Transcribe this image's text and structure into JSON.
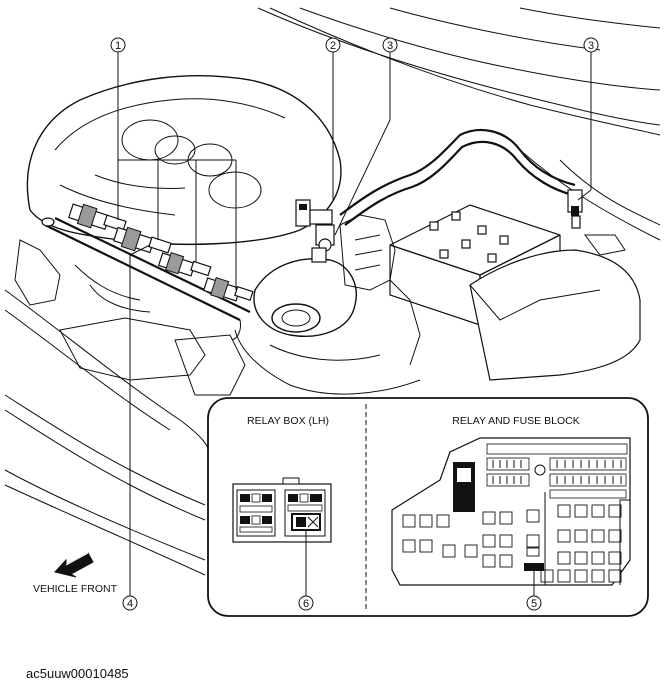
{
  "callouts": {
    "c1": "1",
    "c2": "2",
    "c3a": "3",
    "c3b": "3",
    "c4": "4",
    "c5": "5",
    "c6": "6"
  },
  "panels": {
    "relay_box_title": "RELAY BOX (LH)",
    "relay_fuse_block_title": "RELAY AND FUSE BLOCK"
  },
  "labels": {
    "vehicle_front": "VEHICLE FRONT",
    "figure_id": "ac5uuw00010485"
  },
  "icons": {
    "direction_arrow": "arrow-down-left-icon"
  }
}
